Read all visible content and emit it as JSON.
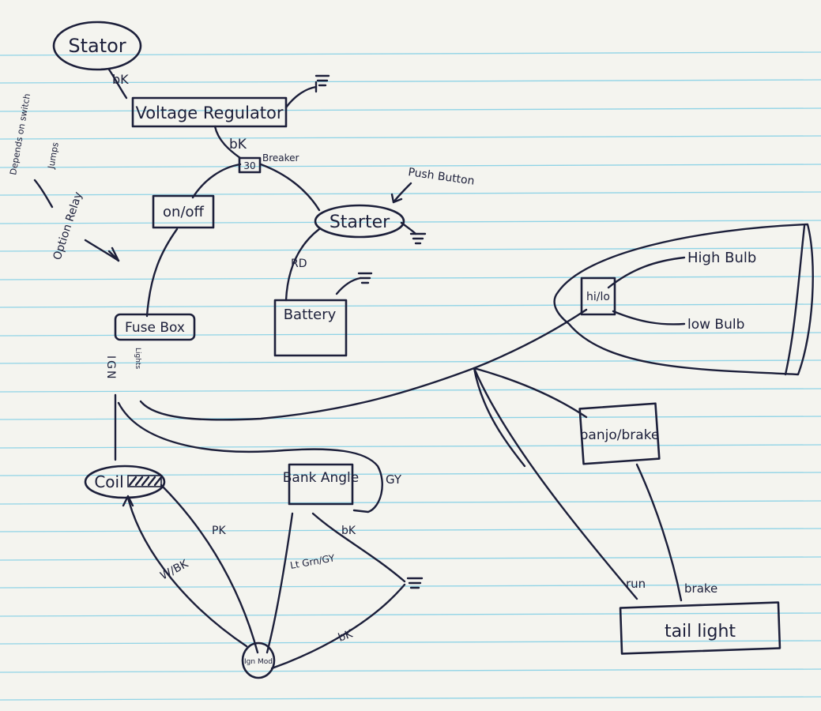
{
  "diagram": {
    "components": {
      "stator": "Stator",
      "voltage_regulator": "Voltage Regulator",
      "breaker": "30",
      "breaker_note": "Breaker",
      "on_off": "on/off",
      "starter": "Starter",
      "push_button": "Push Button",
      "battery": "Battery",
      "fuse_box": "Fuse Box",
      "coil": "Coil",
      "bank_angle": "Bank Angle",
      "ign_mod": "Ign Mod",
      "hi_lo": "hi/lo",
      "high_bulb": "High Bulb",
      "low_bulb": "low Bulb",
      "banjo_brake": "banjo/brake",
      "tail_light": "tail light"
    },
    "notes": {
      "depends_on_switch": "Depends on switch",
      "jumps": "Jumps",
      "option_relay": "Option Relay"
    },
    "wire_labels": {
      "stator_bk": "bK",
      "regulator_bk": "bK",
      "battery_rd": "RD",
      "fuse_ign": "IGN",
      "fuse_lights": "Lights",
      "bank_gy": "GY",
      "bank_bk": "bK",
      "coil_pk": "PK",
      "coil_wbk": "W/BK",
      "lt_grn_gy": "Lt Grn/GY",
      "ign_bk": "bK",
      "tail_run": "run",
      "tail_brake": "brake"
    }
  }
}
